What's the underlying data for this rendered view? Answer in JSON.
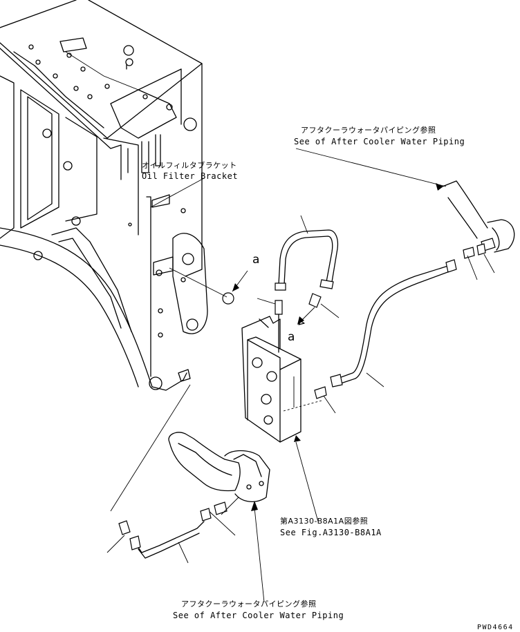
{
  "labels": {
    "after_cooler_top_jp": "アフタクーラウォータパイピング参照",
    "after_cooler_top_en": "See of After Cooler Water Piping",
    "oil_filter_bracket_jp": "オイルフィルタブラケット",
    "oil_filter_bracket_en": "Oil Filter Bracket",
    "fig_ref_jp": "第A3130-B8A1A図参照",
    "fig_ref_en": "See Fig.A3130-B8A1A",
    "after_cooler_bottom_jp": "アフタクーラウォータパイピング参照",
    "after_cooler_bottom_en": "See of After Cooler Water Piping"
  },
  "callouts": {
    "a_upper": "a",
    "a_lower": "a"
  },
  "drawing_code": "PWD4664"
}
